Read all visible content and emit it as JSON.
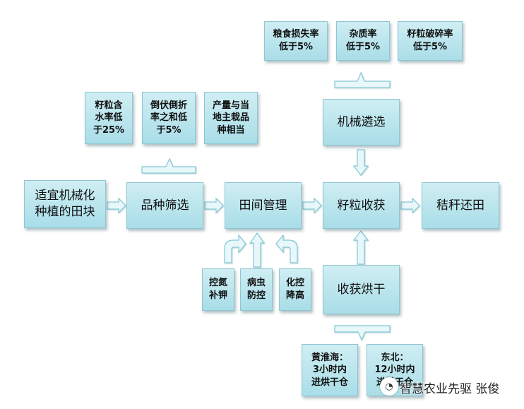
{
  "boxes": {
    "field": [
      "适宜机械化",
      "种植的田块"
    ],
    "variety": [
      "品种筛选"
    ],
    "management": [
      "田间管理"
    ],
    "harvest": [
      "籽粒收获"
    ],
    "straw": [
      "秸秆还田"
    ],
    "mech_select": [
      "机械遴选"
    ],
    "drying": [
      "收获烘干"
    ],
    "moisture": [
      "籽粒含",
      "水率低",
      "于25%"
    ],
    "lodging": [
      "倒伏倒折",
      "率之和低",
      "于5%"
    ],
    "yield": [
      "产量与当",
      "地主栽品",
      "种相当"
    ],
    "grain_loss": [
      "粮食损失率",
      "低于5%"
    ],
    "impurity": [
      "杂质率",
      "低于5%"
    ],
    "breakage": [
      "籽粒破碎率",
      "低于5%"
    ],
    "fertilizer": [
      "控氮",
      "补钾"
    ],
    "pest": [
      "病虫",
      "防控"
    ],
    "chem": [
      "化控",
      "降高"
    ],
    "huanghuaihai": [
      "黄淮海：",
      "3小时内",
      "进烘干仓"
    ],
    "northeast": [
      "东北：",
      "12小时内",
      "进烘干仓"
    ]
  },
  "watermark": {
    "icon": "wechat-icon",
    "text": "智慧农业先驱 张俊"
  },
  "colors": {
    "box_top": "#cfeef3",
    "box_bottom": "#a9dde8",
    "arrow_fill": "#e7f7fa",
    "arrow_stroke": "#86c7d6"
  }
}
